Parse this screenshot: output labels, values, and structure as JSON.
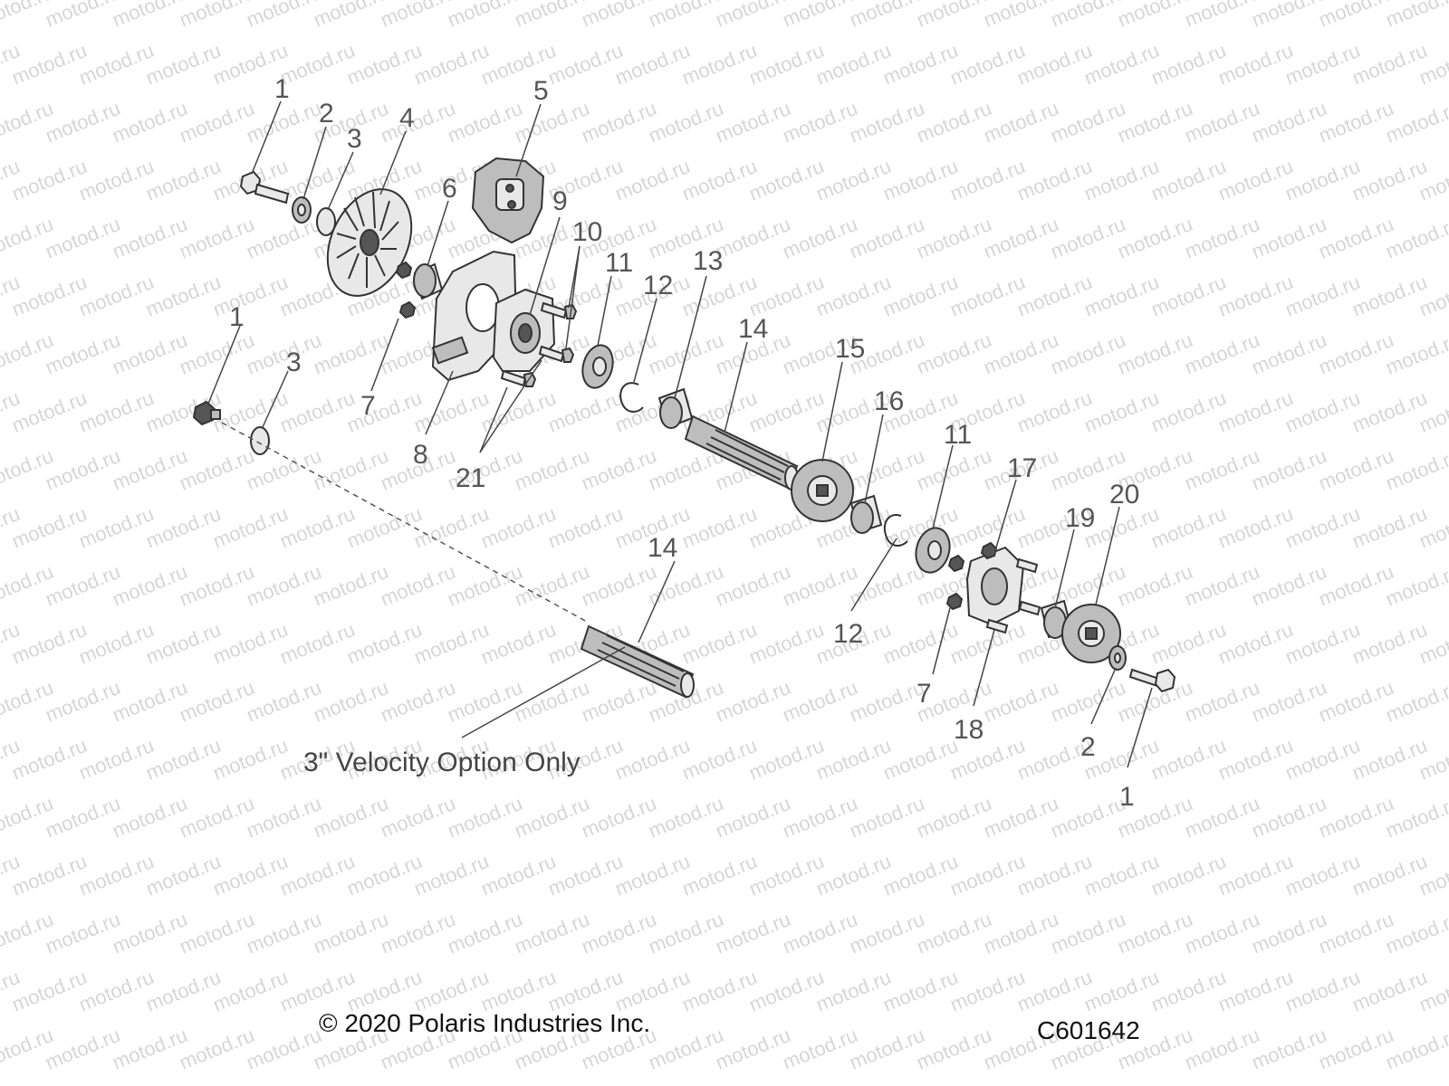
{
  "watermark": "motod.ru",
  "callouts": [
    "1",
    "2",
    "3",
    "4",
    "5",
    "6",
    "7",
    "8",
    "9",
    "10",
    "11",
    "12",
    "13",
    "14",
    "15",
    "16",
    "17",
    "18",
    "19",
    "20",
    "21"
  ],
  "note": "3\" Velocity Option Only",
  "copyright": "© 2020 Polaris Industries Inc.",
  "diagram_code": "C601642",
  "colors": {
    "line": "#333333",
    "part_light": "#e8e8e8",
    "part_mid": "#bdbdbd",
    "text": "#555555"
  }
}
